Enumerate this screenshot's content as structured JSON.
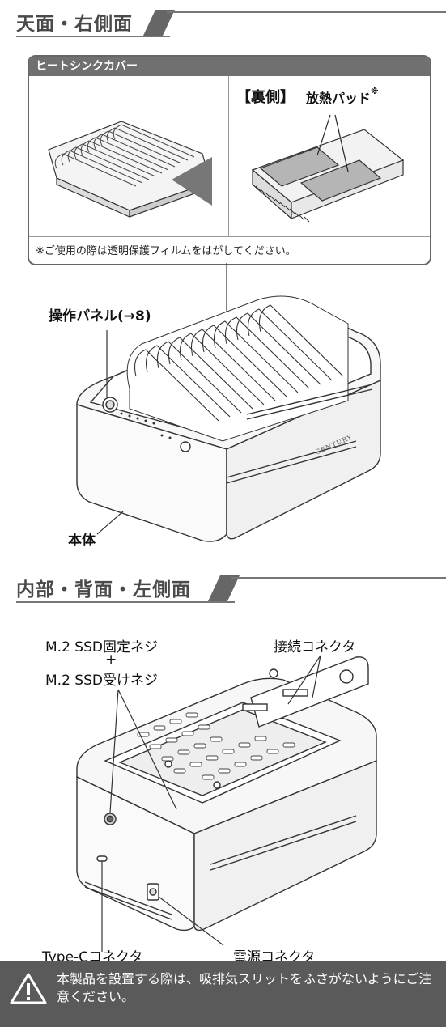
{
  "section1": {
    "title": "天面・右側面"
  },
  "heatsink": {
    "header": "ヒートシンクカバー",
    "back_label": "【裏側】",
    "pad_label": "放熱パッド",
    "pad_mark": "※",
    "note": "※ご使用の際は透明保護フィルムをはがしてください。"
  },
  "labels": {
    "panel": "操作パネル(→8)",
    "body": "本体",
    "brand": "CENTURY"
  },
  "section2": {
    "title": "内部・背面・左側面"
  },
  "labels2": {
    "screw_fixed": "M.2 SSD固定ネジ",
    "plus": "+",
    "screw_receive": "M.2 SSD受けネジ",
    "connector": "接続コネクタ",
    "typec": "Type-Cコネクタ",
    "power": "電源コネクタ"
  },
  "warning": {
    "text": "本製品を設置する際は、吸排気スリットをふさがないようにご注意ください。",
    "icon": "warning-triangle-icon"
  }
}
